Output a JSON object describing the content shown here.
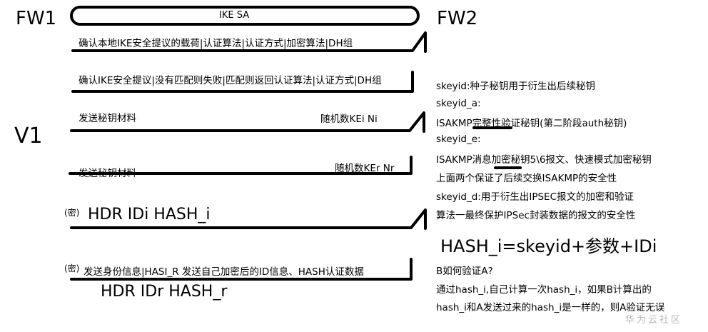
{
  "hosts": {
    "left": "FW1",
    "right": "FW2"
  },
  "ike_sa": "IKE SA",
  "version": "V1",
  "steps": [
    {
      "text": "确认本地IKE安全提议的载荷|认证算法|认证方式|加密算法|DH组"
    },
    {
      "text": "确认IKE安全提议|没有匹配则失败|匹配则返回认证算法|认证方式|DH组"
    },
    {
      "text": "发送秘钥材料",
      "extra": "随机数KEi Ni"
    },
    {
      "text": "发送秘钥材料",
      "extra": "随机数KEr Nr"
    },
    {
      "mi": "(密)",
      "text": "HDR IDi HASH_i"
    },
    {
      "mi": "(密)",
      "text": "发送身份信息|HASI_R  发送自己加密后的ID信息、HASH认证数据",
      "below": "HDR IDr HASH_r"
    }
  ],
  "notes": [
    "skeyid:种子秘钥用于衍生出后续秘钥",
    "skeyid_a:",
    "ISAKMP完整性验证秘钥(第二阶段auth秘钥)",
    "skeyid_e:",
    "ISAKMP消息加密秘钥5\\6报文、快速模式加密秘钥",
    "上面两个保证了后续交换ISAKMP的安全性",
    "skeyid_d:用于衍生出IPSEC报文的加密和验证",
    "算法一最终保护IPSec封装数据的报文的安全性"
  ],
  "formula": "HASH_i=skeyid+参数+IDi",
  "question": {
    "q": "B如何验证A?",
    "a1": "通过hash_i,自己计算一次hash_i，如果B计算出的",
    "a2": "hash_i和A发送过来的hash_i是一样的，则A验证无误"
  },
  "watermark": "华为云社区"
}
